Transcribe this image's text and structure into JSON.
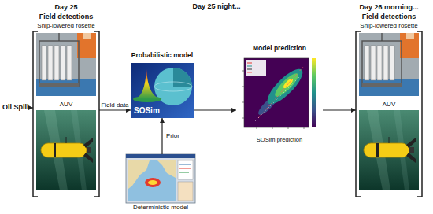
{
  "diagram": {
    "title": "Day 25 night...",
    "nodes": [
      {
        "text": [
          "Oil Spill"
        ]
      },
      {
        "text": [
          "Day 25",
          "Field detections"
        ]
      },
      {
        "text": [
          "Ship-lowered rosette"
        ],
        "in": 1
      },
      {
        "text": [
          "AUV"
        ],
        "in": 1
      },
      {
        "text": [
          "Probabilistic model",
          "SOSim"
        ]
      },
      {
        "text": [
          "Deterministic model"
        ]
      },
      {
        "text": [
          "Model prediction",
          "SOSim prediction"
        ]
      },
      {
        "text": [
          "Day 26 morning...",
          "Field detections"
        ]
      },
      {
        "text": [
          "Ship-lowered rosette"
        ],
        "in": 7
      },
      {
        "text": [
          "AUV"
        ],
        "in": 7
      }
    ],
    "edges": [
      {
        "from": 0,
        "to": 1,
        "arrow": "to"
      },
      {
        "from": 1,
        "to": 4,
        "label": "Field data",
        "arrow": "to"
      },
      {
        "from": 5,
        "to": 4,
        "label": "Prior",
        "arrow": "to"
      },
      {
        "from": 4,
        "to": 6,
        "arrow": "to"
      },
      {
        "from": 6,
        "to": 7,
        "arrow": "to"
      }
    ]
  }
}
